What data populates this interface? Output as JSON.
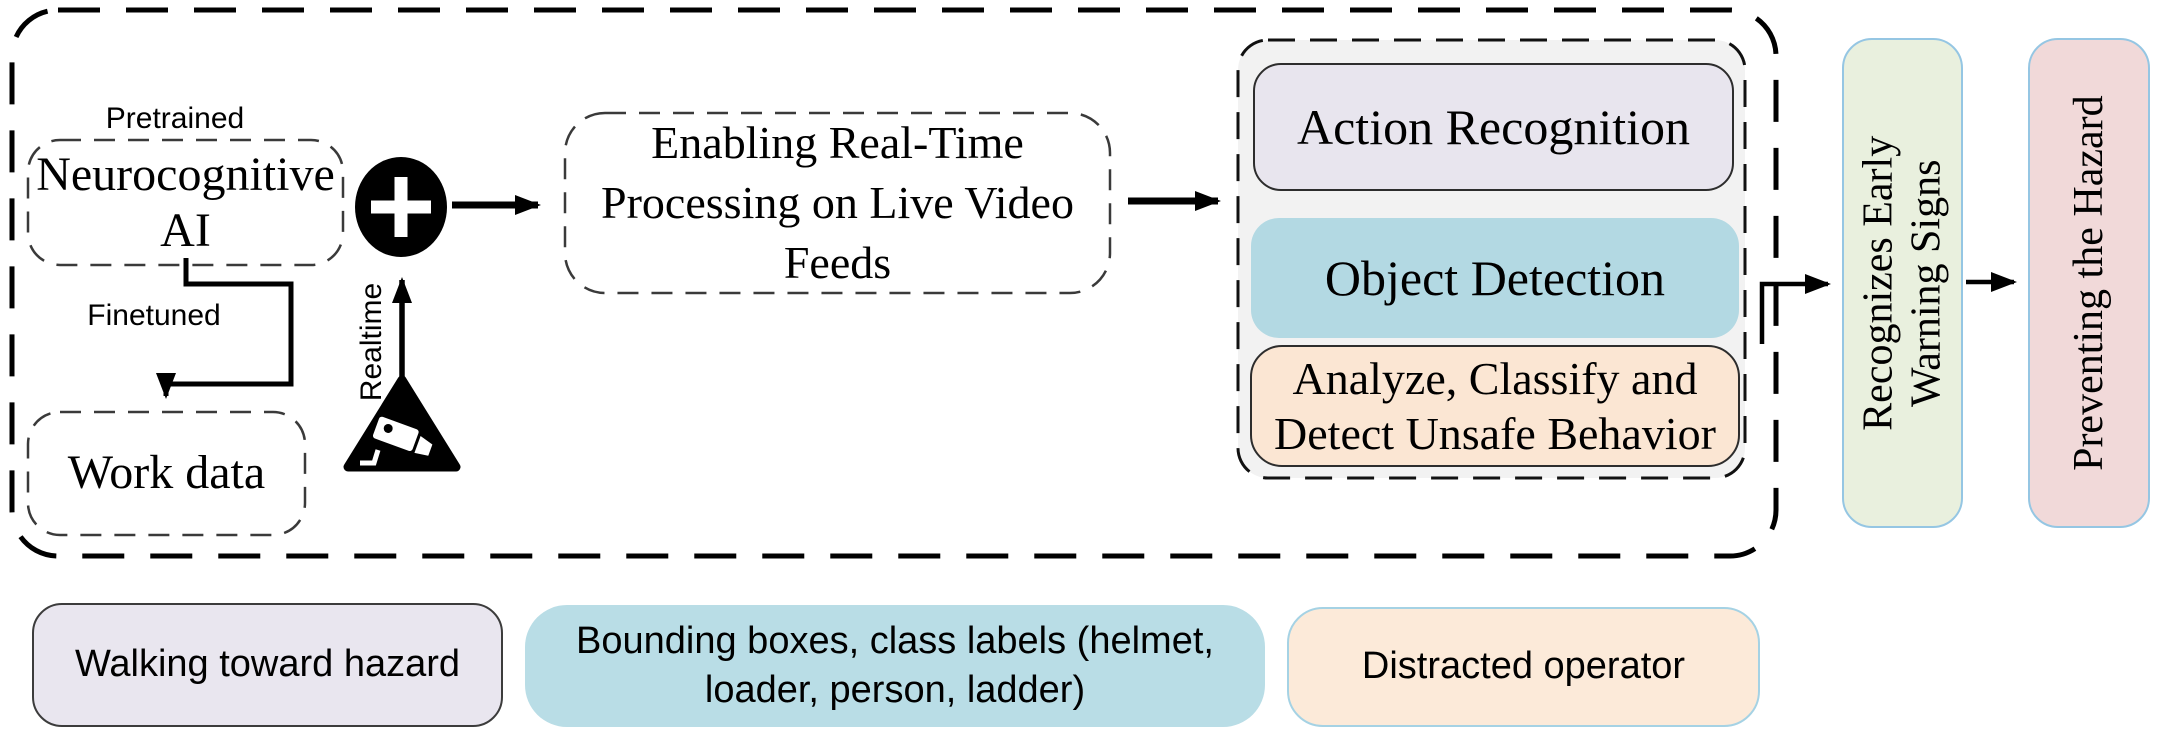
{
  "diagram": {
    "title_semantics": "AI real-time hazard prevention pipeline",
    "labels": {
      "pretrained": "Pretrained",
      "finetuned": "Finetuned",
      "realtime": "Realtime"
    },
    "nodes": {
      "neurocognitive_ai": "Neurocognitive AI",
      "work_data": "Work data",
      "enabling": "Enabling Real-Time Processing on Live Video Feeds",
      "action_recognition": "Action Recognition",
      "object_detection": "Object Detection",
      "analyze_classify": "Analyze, Classify  and Detect Unsafe Behavior",
      "recognizes_early": "Recognizes Early Warning Signs",
      "preventing_hazard": "Preventing the Hazard"
    },
    "examples": {
      "walking": "Walking toward hazard",
      "bounding": "Bounding boxes, class labels (helmet, loader, person, ladder)",
      "distracted": "Distracted operator"
    },
    "icons": {
      "plus": "plus-icon",
      "camera": "cctv-camera-icon"
    },
    "colors": {
      "lavender_fill": "#e8e5ee",
      "blue_fill": "#b3d9e3",
      "peach_fill": "#fbe6d3",
      "group_gray_fill": "#f2f2f2",
      "green_fill": "#e9f0de",
      "pink_fill": "#f1d9d9",
      "bottom_lavender_fill": "#e9e6ef",
      "bottom_blue_fill": "#b9dde6",
      "bottom_peach_fill": "#fcead9",
      "light_blue_border": "#95c6e3",
      "line_black": "#000000"
    }
  }
}
